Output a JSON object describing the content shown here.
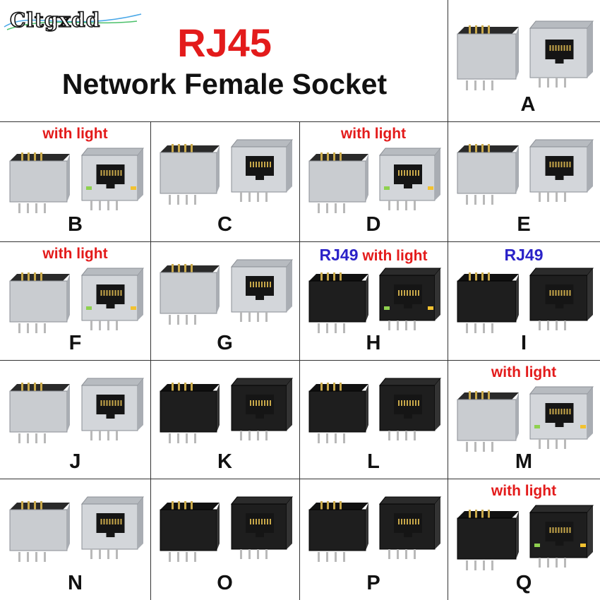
{
  "brand": {
    "logo_text": "Cltgxdd"
  },
  "header": {
    "title": "RJ45",
    "subtitle": "Network Female Socket"
  },
  "colors": {
    "accent_red": "#e31b1b",
    "accent_blue": "#2a22c8",
    "metal": "#c9ccd0",
    "plastic": "#1e1e1e"
  },
  "variants": [
    {
      "letter": "A"
    },
    {
      "letter": "B",
      "note": "with light"
    },
    {
      "letter": "C"
    },
    {
      "letter": "D",
      "note": "with light"
    },
    {
      "letter": "E"
    },
    {
      "letter": "F",
      "note": "with light"
    },
    {
      "letter": "G"
    },
    {
      "letter": "H",
      "type_label": "RJ49",
      "note": "with light"
    },
    {
      "letter": "I",
      "type_label": "RJ49"
    },
    {
      "letter": "J"
    },
    {
      "letter": "K"
    },
    {
      "letter": "L"
    },
    {
      "letter": "M",
      "note": "with light"
    },
    {
      "letter": "N"
    },
    {
      "letter": "O"
    },
    {
      "letter": "P"
    },
    {
      "letter": "Q",
      "note": "with light"
    }
  ]
}
